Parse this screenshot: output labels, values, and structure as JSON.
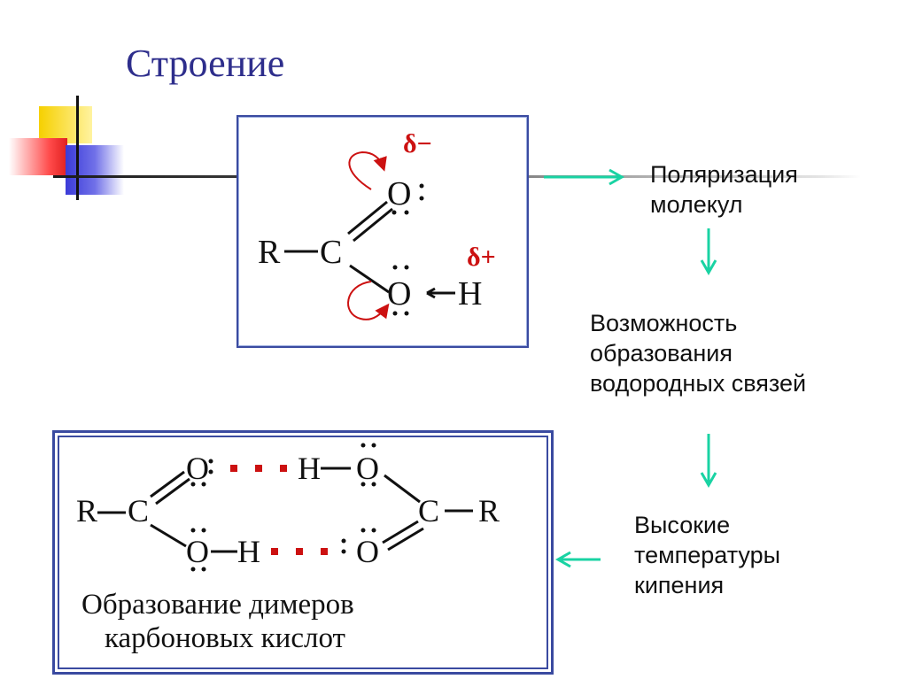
{
  "title": "Строение",
  "molecule": {
    "r": "R",
    "c": "C",
    "o_top": "O",
    "o_bottom": "O",
    "h": "H",
    "delta_minus": "δ−",
    "delta_plus": "δ+"
  },
  "steps": [
    {
      "text_lines": [
        "Поляризация",
        "молекул"
      ]
    },
    {
      "text_lines": [
        "Возможность",
        "образования",
        "водородных связей"
      ]
    },
    {
      "text_lines": [
        "Высокие",
        "температуры",
        "кипения"
      ]
    }
  ],
  "dimer": {
    "r_left": "R",
    "c_left": "C",
    "r_right": "R",
    "c_right": "C",
    "o_left_top": "O",
    "o_left_bottom": "O",
    "h_top": "H",
    "h_bottom": "H",
    "o_right_top": "O",
    "o_right_bottom": "O",
    "caption_line1": "Образование димеров",
    "caption_line2": "карбоновых кислот"
  },
  "colors": {
    "title": "#2e2e8c",
    "arrow": "#19d3a3",
    "delta": "#cc1111",
    "box_border": "#3a4aa0",
    "dots": "#cc1111"
  }
}
